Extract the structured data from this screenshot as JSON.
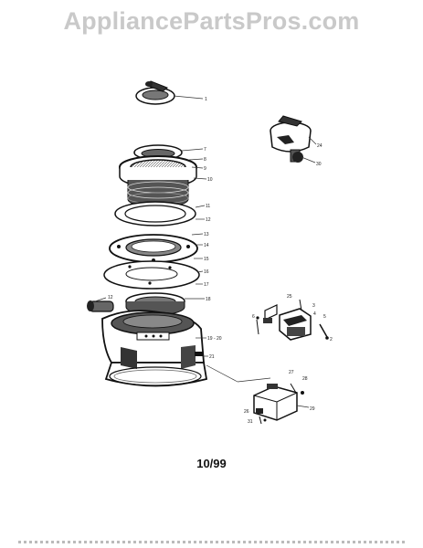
{
  "watermark": "AppliancePartsPros.com",
  "footer_code": "10/99",
  "callouts": [
    {
      "id": "lbl-1",
      "text": "1"
    },
    {
      "id": "lbl-7",
      "text": "7"
    },
    {
      "id": "lbl-8",
      "text": "8"
    },
    {
      "id": "lbl-9",
      "text": "9"
    },
    {
      "id": "lbl-10",
      "text": "10"
    },
    {
      "id": "lbl-11",
      "text": "11"
    },
    {
      "id": "lbl-12",
      "text": "12"
    },
    {
      "id": "lbl-13",
      "text": "13"
    },
    {
      "id": "lbl-14",
      "text": "14"
    },
    {
      "id": "lbl-15",
      "text": "15"
    },
    {
      "id": "lbl-16",
      "text": "16"
    },
    {
      "id": "lbl-17",
      "text": "17"
    },
    {
      "id": "lbl-18",
      "text": "18"
    },
    {
      "id": "lbl-19",
      "text": "19 - 20"
    },
    {
      "id": "lbl-21",
      "text": "21"
    },
    {
      "id": "lbl-24",
      "text": "24"
    },
    {
      "id": "lbl-30",
      "text": "30"
    },
    {
      "id": "lbl-25",
      "text": "25"
    },
    {
      "id": "lbl-3",
      "text": "3"
    },
    {
      "id": "lbl-4",
      "text": "4"
    },
    {
      "id": "lbl-5",
      "text": "5"
    },
    {
      "id": "lbl-6",
      "text": "6"
    },
    {
      "id": "lbl-2",
      "text": "2"
    },
    {
      "id": "lbl-27",
      "text": "27"
    },
    {
      "id": "lbl-28",
      "text": "28"
    },
    {
      "id": "lbl-29",
      "text": "29"
    },
    {
      "id": "lbl-26",
      "text": "26"
    },
    {
      "id": "lbl-31",
      "text": "31"
    }
  ]
}
